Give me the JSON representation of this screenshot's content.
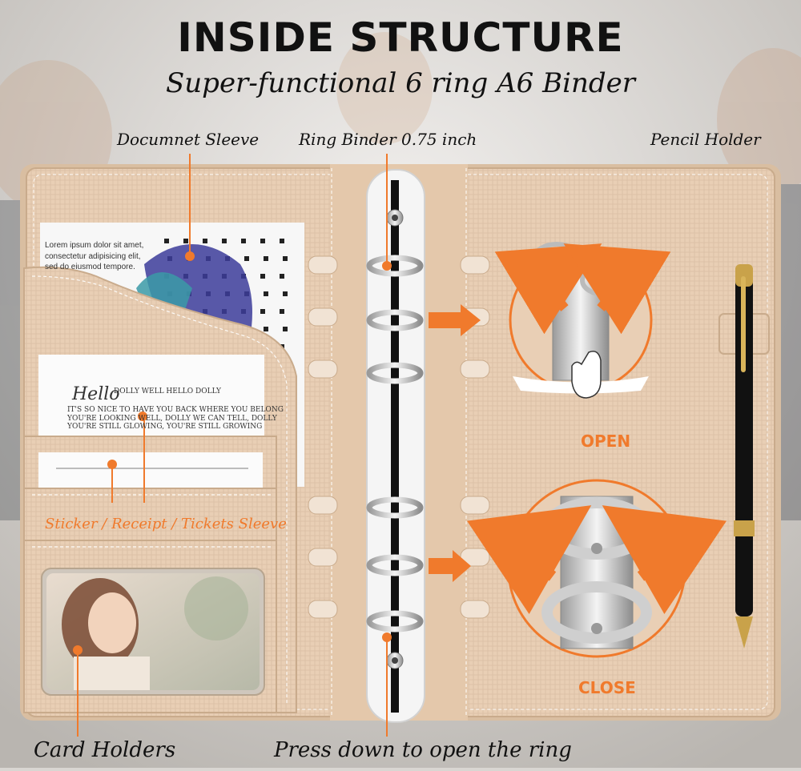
{
  "title": "INSIDE STRUCTURE",
  "subtitle": "Super-functional 6 ring A6 Binder",
  "labels": {
    "document_sleeve": "Documnet Sleeve",
    "ring_binder": "Ring Binder 0.75 inch",
    "pencil_holder": "Pencil Holder",
    "sticker_sleeve": "Sticker / Receipt / Tickets Sleeve",
    "card_holders": "Card Holders",
    "press_down": "Press down to open the ring",
    "open": "OPEN",
    "close": "CLOSE"
  },
  "paper_text": {
    "lorem": [
      "Lorem ipsum dolor sit amet,",
      "consectetur adipisicing elit,",
      "sed do eiusmod tempore."
    ],
    "receipt": [
      "IT'S SO NICE TO HAVE YOU BACK WHERE YOU BELONG",
      "YOU'RE LOOKING WELL, DOLLY WE CAN TELL, DOLLY",
      "YOU'RE STILL GLOWING, YOU'RE STILL GROWING"
    ],
    "hello": "Hello",
    "dolly": "DOLLY WELL HELLO DOLLY"
  },
  "colors": {
    "accent": "#f07a2c",
    "leather": "#e8cdb2",
    "title": "#111111"
  }
}
